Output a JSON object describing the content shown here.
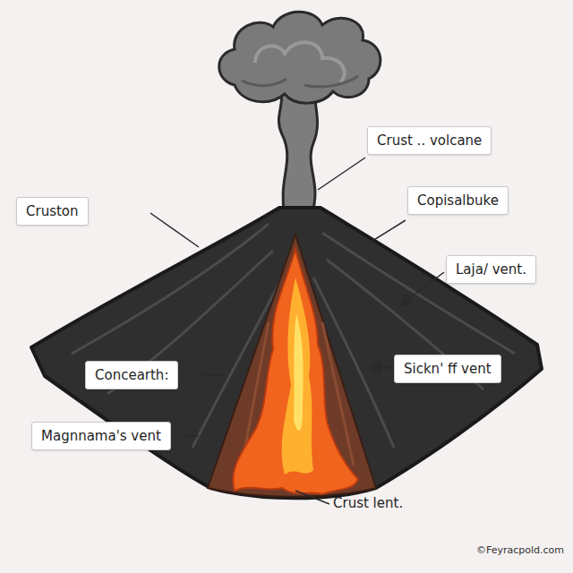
{
  "diagram": {
    "nodes": [
      {
        "text": [
          "Crust .. volcane"
        ]
      },
      {
        "text": [
          "Copisalbuke"
        ]
      },
      {
        "text": [
          "Cruston"
        ]
      },
      {
        "text": [
          "Laja/ vent."
        ]
      },
      {
        "text": [
          "Sickn' ff vent"
        ]
      },
      {
        "text": [
          "Concearth:"
        ]
      },
      {
        "text": [
          "Magnnama's vent"
        ]
      }
    ],
    "labels": [
      "Crust lent.",
      "©Feyracpold.com"
    ]
  }
}
